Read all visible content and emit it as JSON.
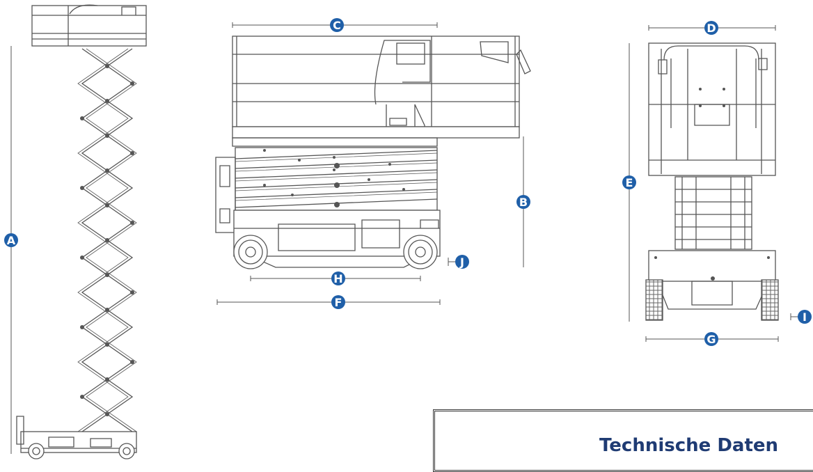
{
  "dimension_labels": {
    "a": "A",
    "b": "B",
    "c": "C",
    "d": "D",
    "e": "E",
    "f": "F",
    "g": "G",
    "h": "H",
    "i": "I",
    "j": "J"
  },
  "footer": {
    "title": "Technische Daten"
  },
  "colors": {
    "badge": "#1f5fa8",
    "line": "#555555",
    "title": "#1f3b73"
  }
}
